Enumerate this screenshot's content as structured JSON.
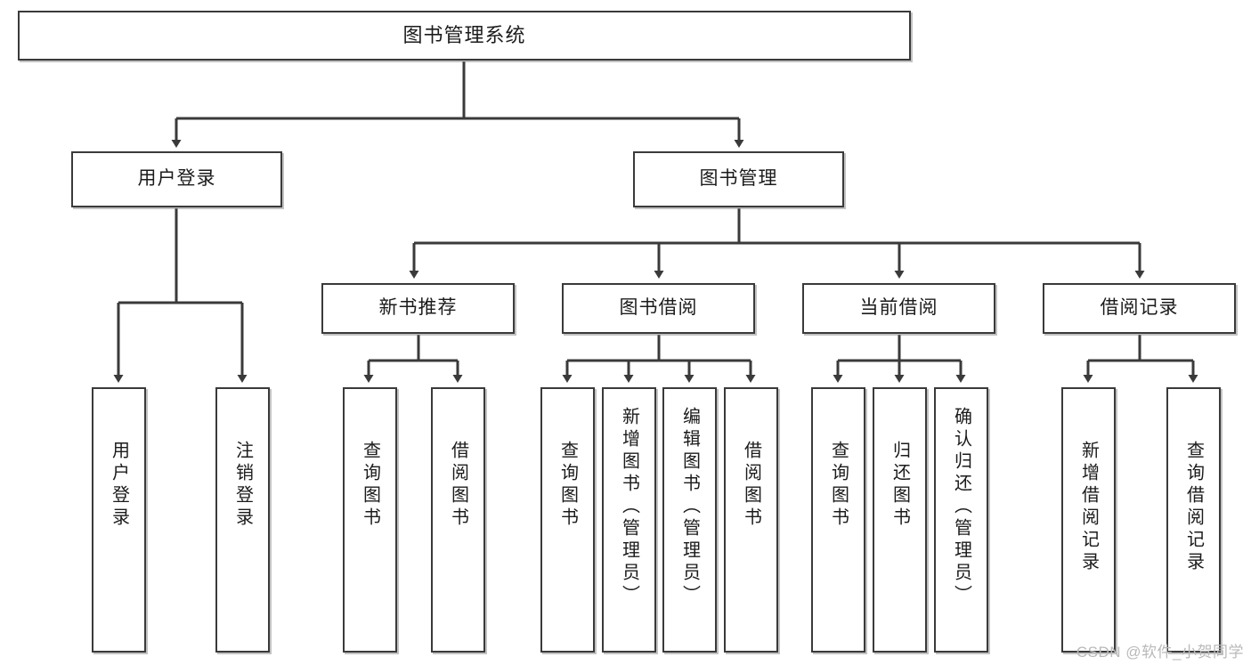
{
  "diagram": {
    "title": "图书管理系统",
    "type": "tree-hierarchy",
    "colors": {
      "stroke": "#3a3a3a",
      "fill": "#ffffff",
      "text": "#1b1b1b",
      "watermark": "#b9b9b9"
    },
    "nodes": {
      "root": {
        "label": "图书管理系统"
      },
      "level1": [
        {
          "label": "用户登录"
        },
        {
          "label": "图书管理"
        }
      ],
      "level2": [
        {
          "label": "新书推荐"
        },
        {
          "label": "图书借阅"
        },
        {
          "label": "当前借阅"
        },
        {
          "label": "借阅记录"
        }
      ],
      "leaves": {
        "user_login": [
          {
            "label": "用户登录"
          },
          {
            "label": "注销登录"
          }
        ],
        "new_book_recommend": [
          {
            "label": "查询图书"
          },
          {
            "label": "借阅图书"
          }
        ],
        "book_borrow": [
          {
            "label": "查询图书"
          },
          {
            "label": "新增图书（管理员）"
          },
          {
            "label": "编辑图书（管理员）"
          },
          {
            "label": "借阅图书"
          }
        ],
        "current_borrow": [
          {
            "label": "查询图书"
          },
          {
            "label": "归还图书"
          },
          {
            "label": "确认归还（管理员）"
          }
        ],
        "borrow_record": [
          {
            "label": "新增借阅记录"
          },
          {
            "label": "查询借阅记录"
          }
        ]
      }
    },
    "watermark": "CSDN @软件_小贺同学"
  }
}
